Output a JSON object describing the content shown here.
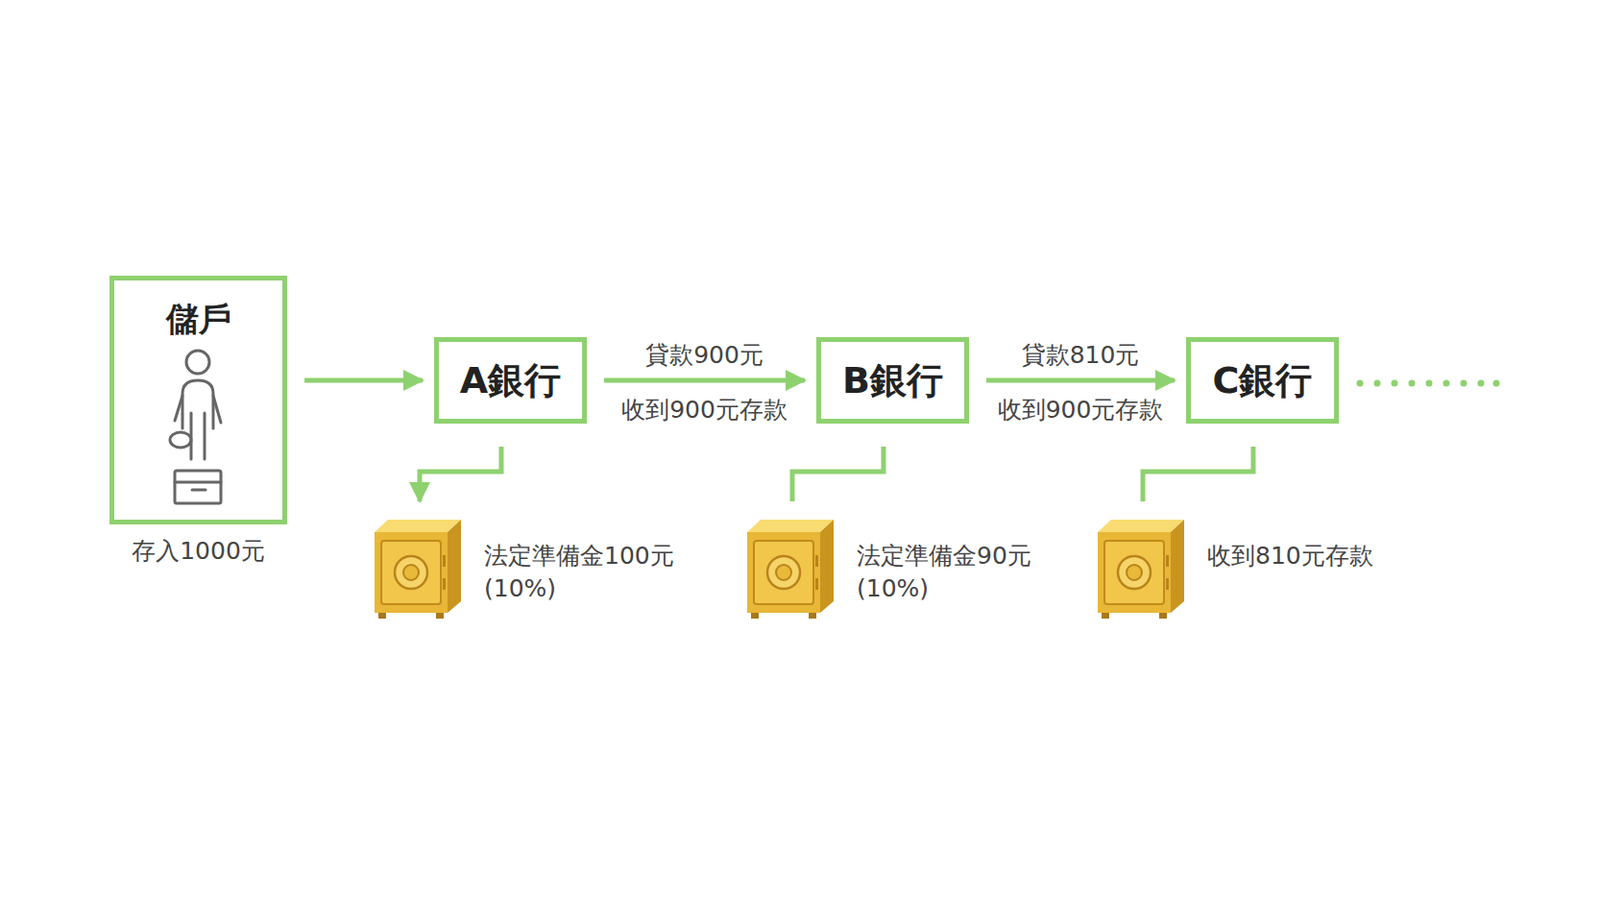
{
  "diagram": {
    "nodes": [
      {
        "text": [
          "儲戶",
          "存入1000元"
        ]
      },
      {
        "text": [
          "A銀行"
        ]
      },
      {
        "text": [
          "B銀行"
        ]
      },
      {
        "text": [
          "C銀行"
        ]
      },
      {
        "text": [
          "法定準備金100元 (10%)"
        ]
      },
      {
        "text": [
          "法定準備金90元 (10%)"
        ]
      },
      {
        "text": [
          "收到810元存款"
        ]
      }
    ],
    "edges": [
      {
        "from": 0,
        "to": 1,
        "arrow": "to"
      },
      {
        "from": 1,
        "to": 2,
        "label": "貸款900元",
        "arrow": "to"
      },
      {
        "from": 2,
        "to": 3,
        "label": "貸款810元",
        "arrow": "to"
      },
      {
        "from": 1,
        "to": 4,
        "arrow": "to"
      },
      {
        "from": 2,
        "to": 5,
        "arrow": "none"
      },
      {
        "from": 3,
        "to": 6,
        "arrow": "none"
      }
    ],
    "labels": [
      "收到900元存款",
      "收到900元存款"
    ]
  }
}
